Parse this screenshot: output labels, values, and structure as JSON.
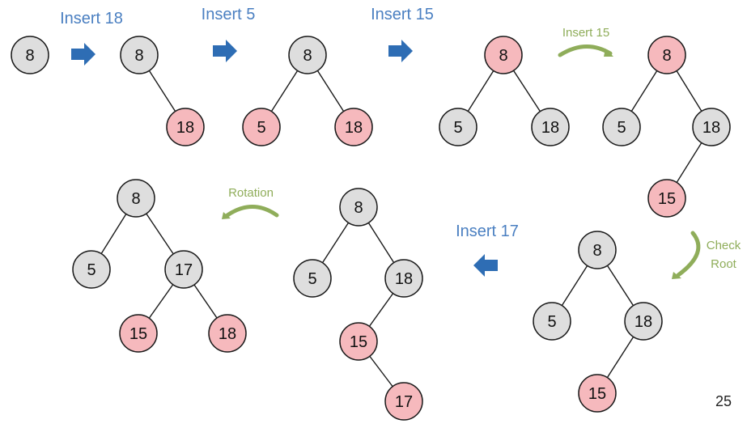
{
  "colors": {
    "black_node_fill": "#dedede",
    "red_node_fill": "#f6b9bd",
    "node_stroke": "#1a1a1a",
    "edge": "#1a1a1a",
    "step_label": "#4a7fc1",
    "arrow_blue": "#2e6db4",
    "annotation_green": "#8fad5a"
  },
  "step_labels": {
    "insert_18": "Insert 18",
    "insert_5": "Insert 5",
    "insert_15": "Insert 15",
    "insert_17": "Insert 17"
  },
  "annotations": {
    "insert_15_curve": "Insert 15",
    "rotation": "Rotation",
    "check_root_line1": "Check",
    "check_root_line2": "Root"
  },
  "page_number": "25",
  "icons": {
    "step_arrow": "blue-right-arrow-icon",
    "step_arrow_back": "blue-left-arrow-icon",
    "curved_arrow": "green-curved-arrow-icon"
  },
  "trees": [
    {
      "id": "tree-1",
      "nodes": [
        {
          "id": "n8",
          "value": "8",
          "color": "black"
        }
      ],
      "edges": []
    },
    {
      "id": "tree-2",
      "nodes": [
        {
          "id": "n8",
          "value": "8",
          "color": "black"
        },
        {
          "id": "n18",
          "value": "18",
          "color": "red"
        }
      ],
      "edges": [
        [
          "n8",
          "n18"
        ]
      ]
    },
    {
      "id": "tree-3",
      "nodes": [
        {
          "id": "n8",
          "value": "8",
          "color": "black"
        },
        {
          "id": "n5",
          "value": "5",
          "color": "red"
        },
        {
          "id": "n18",
          "value": "18",
          "color": "red"
        }
      ],
      "edges": [
        [
          "n8",
          "n5"
        ],
        [
          "n8",
          "n18"
        ]
      ]
    },
    {
      "id": "tree-4",
      "nodes": [
        {
          "id": "n8",
          "value": "8",
          "color": "red"
        },
        {
          "id": "n5",
          "value": "5",
          "color": "black"
        },
        {
          "id": "n18",
          "value": "18",
          "color": "black"
        }
      ],
      "edges": [
        [
          "n8",
          "n5"
        ],
        [
          "n8",
          "n18"
        ]
      ]
    },
    {
      "id": "tree-5",
      "nodes": [
        {
          "id": "n8",
          "value": "8",
          "color": "red"
        },
        {
          "id": "n5",
          "value": "5",
          "color": "black"
        },
        {
          "id": "n18",
          "value": "18",
          "color": "black"
        },
        {
          "id": "n15",
          "value": "15",
          "color": "red"
        }
      ],
      "edges": [
        [
          "n8",
          "n5"
        ],
        [
          "n8",
          "n18"
        ],
        [
          "n18",
          "n15"
        ]
      ]
    },
    {
      "id": "tree-6",
      "nodes": [
        {
          "id": "n8",
          "value": "8",
          "color": "black"
        },
        {
          "id": "n5",
          "value": "5",
          "color": "black"
        },
        {
          "id": "n18",
          "value": "18",
          "color": "black"
        },
        {
          "id": "n15",
          "value": "15",
          "color": "red"
        }
      ],
      "edges": [
        [
          "n8",
          "n5"
        ],
        [
          "n8",
          "n18"
        ],
        [
          "n18",
          "n15"
        ]
      ]
    },
    {
      "id": "tree-7",
      "nodes": [
        {
          "id": "n8",
          "value": "8",
          "color": "black"
        },
        {
          "id": "n5",
          "value": "5",
          "color": "black"
        },
        {
          "id": "n18",
          "value": "18",
          "color": "black"
        },
        {
          "id": "n15",
          "value": "15",
          "color": "red"
        },
        {
          "id": "n17",
          "value": "17",
          "color": "red"
        }
      ],
      "edges": [
        [
          "n8",
          "n5"
        ],
        [
          "n8",
          "n18"
        ],
        [
          "n18",
          "n15"
        ],
        [
          "n15",
          "n17"
        ]
      ]
    },
    {
      "id": "tree-8",
      "nodes": [
        {
          "id": "n8",
          "value": "8",
          "color": "black"
        },
        {
          "id": "n5",
          "value": "5",
          "color": "black"
        },
        {
          "id": "n17",
          "value": "17",
          "color": "black"
        },
        {
          "id": "n15",
          "value": "15",
          "color": "red"
        },
        {
          "id": "n18",
          "value": "18",
          "color": "red"
        }
      ],
      "edges": [
        [
          "n8",
          "n5"
        ],
        [
          "n8",
          "n17"
        ],
        [
          "n17",
          "n15"
        ],
        [
          "n17",
          "n18"
        ]
      ]
    }
  ]
}
